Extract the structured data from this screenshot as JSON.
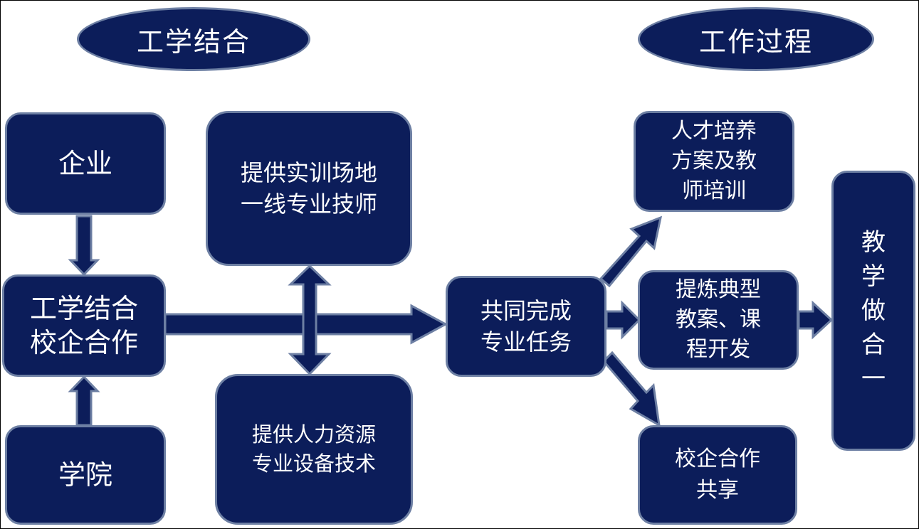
{
  "colors": {
    "fill": "#0c1d5a",
    "stroke": "#6d7fa3",
    "background": "#ffffff"
  },
  "headers": {
    "left": "工学结合",
    "right": "工作过程"
  },
  "nodes": {
    "enterprise": "企业",
    "college": "学院",
    "cooperation": "工学结合\n校企合作",
    "resource_top": "提供实训场地\n一线专业技师",
    "resource_bottom": "提供人力资源\n专业设备技术",
    "task": "共同完成\n专业任务",
    "training": "人才培养\n方案及教\n师培训",
    "refine": "提炼典型\n教案、课\n程开发",
    "share": "校企合作\n共享",
    "integration": "教\n学\n做\n合\n一"
  }
}
